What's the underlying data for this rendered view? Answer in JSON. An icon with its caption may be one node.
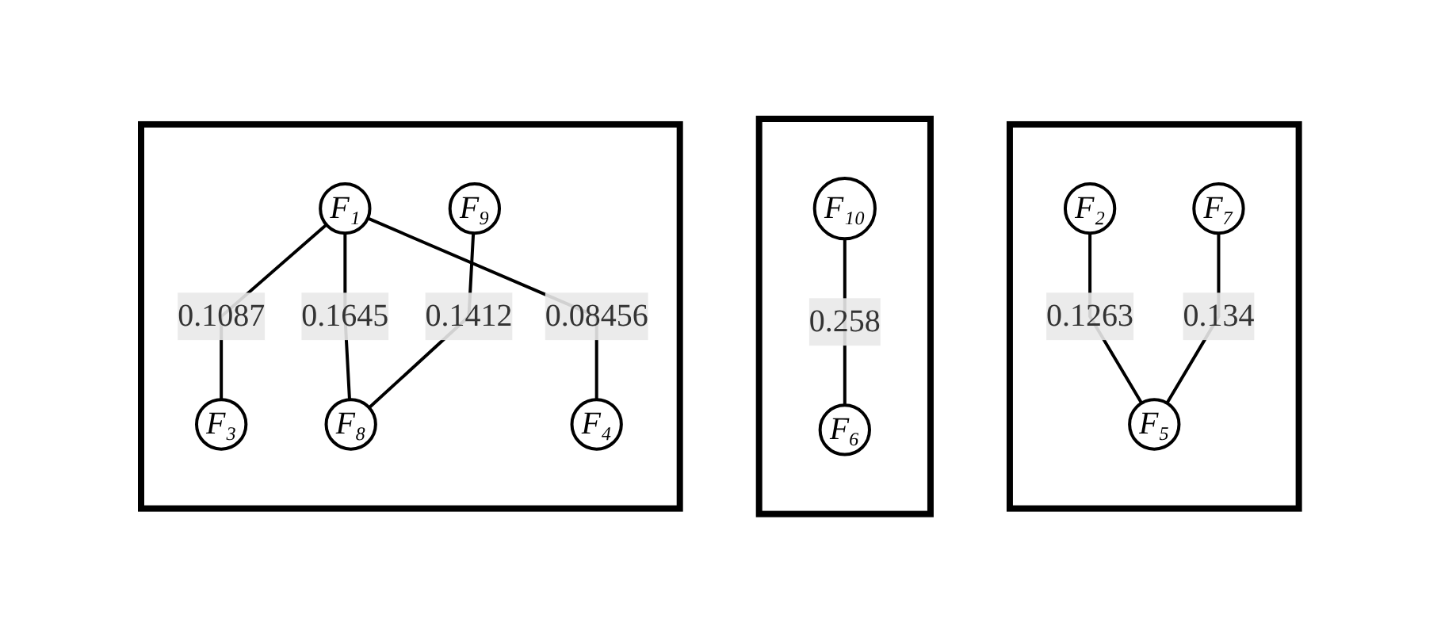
{
  "diagram": {
    "nodes": [
      {
        "text": [],
        "shape": "box"
      },
      {
        "text": [
          "F₂"
        ],
        "in": 0
      },
      {
        "text": [
          "F₇"
        ],
        "in": 0
      },
      {
        "text": [
          "F₅"
        ],
        "in": 0
      },
      {
        "text": [],
        "shape": "box"
      },
      {
        "text": [
          "F₁₀"
        ],
        "in": 4
      },
      {
        "text": [
          "F₆"
        ],
        "in": 4
      },
      {
        "text": [],
        "shape": "box"
      },
      {
        "text": [
          "F₁"
        ],
        "in": 7
      },
      {
        "text": [
          "F₃"
        ],
        "in": 7
      },
      {
        "text": [
          "F₄"
        ],
        "in": 7
      },
      {
        "text": [
          "F₉"
        ],
        "in": 7
      },
      {
        "text": [
          "F₈"
        ],
        "in": 7
      }
    ],
    "edges": [
      {
        "from": 1,
        "to": 3,
        "arrow": "none",
        "label": "0.1263"
      },
      {
        "from": 2,
        "to": 3,
        "arrow": "none",
        "label": "0.134"
      },
      {
        "from": 5,
        "to": 6,
        "arrow": "none",
        "label": "0.258"
      },
      {
        "from": 8,
        "to": 9,
        "arrow": "none",
        "label": "0.1087"
      },
      {
        "from": 8,
        "to": 12,
        "arrow": "none",
        "label": "0.1645"
      },
      {
        "from": 8,
        "to": 10,
        "arrow": "none",
        "label": "0.08456"
      },
      {
        "from": 11,
        "to": 12,
        "arrow": "none",
        "label": "0.1412"
      }
    ]
  }
}
